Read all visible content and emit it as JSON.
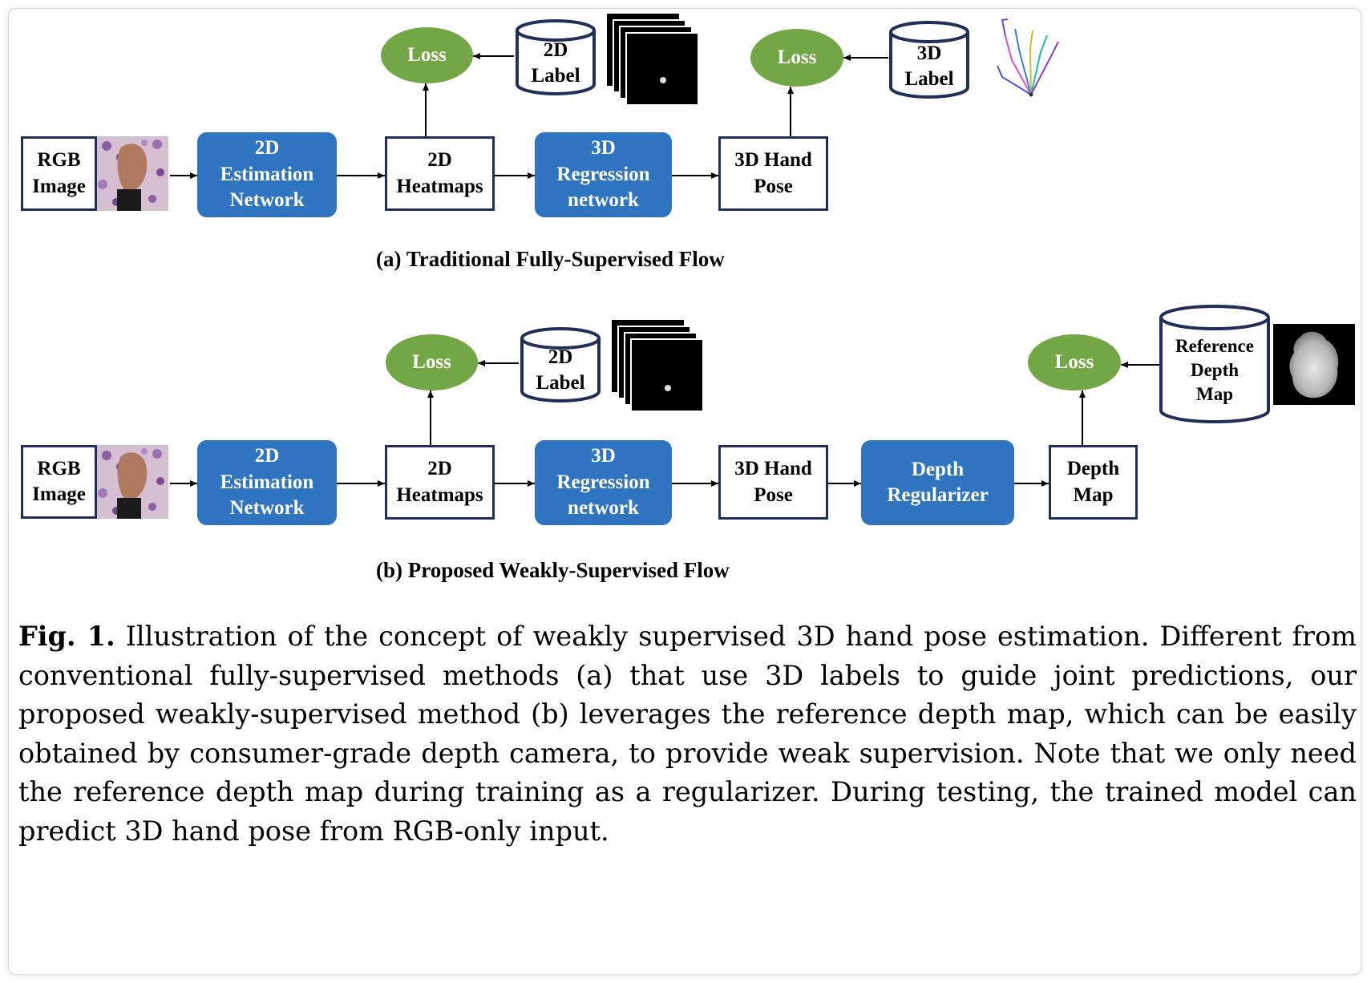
{
  "diagram_a": {
    "rgb_image": "RGB\nImage",
    "estimation_network": "2D\nEstimation\nNetwork",
    "heatmaps": "2D\nHeatmaps",
    "regression_network": "3D\nRegression\nnetwork",
    "hand_pose": "3D Hand\nPose",
    "loss_2d": "Loss",
    "label_2d": "2D\nLabel",
    "loss_3d": "Loss",
    "label_3d": "3D\nLabel",
    "caption": "(a) Traditional Fully-Supervised Flow"
  },
  "diagram_b": {
    "rgb_image": "RGB\nImage",
    "estimation_network": "2D\nEstimation\nNetwork",
    "heatmaps": "2D\nHeatmaps",
    "regression_network": "3D\nRegression\nnetwork",
    "hand_pose": "3D Hand\nPose",
    "depth_regularizer": "Depth\nRegularizer",
    "depth_map": "Depth\nMap",
    "loss_2d": "Loss",
    "label_2d": "2D\nLabel",
    "loss_depth": "Loss",
    "reference_depth_map": "Reference\nDepth\nMap",
    "caption": "(b) Proposed Weakly-Supervised Flow"
  },
  "figure_caption": {
    "label": "Fig. 1.",
    "text": " Illustration of the concept of weakly supervised 3D hand pose estimation. Different from conventional fully-supervised methods (a) that use 3D labels to guide joint predictions, our proposed weakly-supervised method (b) leverages the reference depth map, which can be easily obtained by consumer-grade depth camera, to provide weak supervision. Note that we only need the reference depth map during training as a regularizer. During testing, the trained model can predict 3D hand pose from RGB-only input."
  },
  "colors": {
    "network_blue": "#2f74c0",
    "loss_green": "#73a645",
    "box_border": "#1f2f5a"
  },
  "icons": [
    "rgb-hand-photo",
    "heatmap-stack",
    "3d-skeleton",
    "depth-map-image",
    "database-cylinder"
  ]
}
